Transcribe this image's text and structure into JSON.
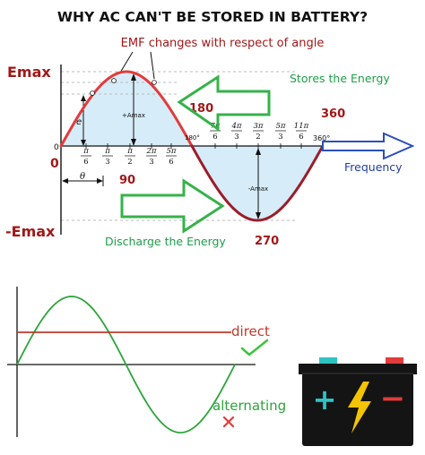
{
  "title": "WHY AC CAN'T BE STORED IN BATTERY?",
  "emf_caption": "EMF changes with respect of angle",
  "labels": {
    "emax": "Emax",
    "neg_emax": "-Emax",
    "zero_big": "0",
    "zero_small": "0",
    "plus_amax": "+Amax",
    "minus_amax": "-Amax",
    "e": "e",
    "theta": "θ",
    "deg180_small": "180°",
    "deg360_small": "360°",
    "n90": "90",
    "n180": "180",
    "n270": "270",
    "n360": "360",
    "stores": "Stores the Energy",
    "discharge": "Discharge the Energy",
    "frequency": "Frequency",
    "direct": "direct",
    "alternating": "alternating"
  },
  "fractions": [
    {
      "num": "π",
      "den": "6"
    },
    {
      "num": "π",
      "den": "3"
    },
    {
      "num": "π",
      "den": "2"
    },
    {
      "num": "2π",
      "den": "3"
    },
    {
      "num": "5π",
      "den": "6"
    },
    {
      "num": "7π",
      "den": "6"
    },
    {
      "num": "4π",
      "den": "3"
    },
    {
      "num": "3π",
      "den": "2"
    },
    {
      "num": "5π",
      "den": "3"
    },
    {
      "num": "11π",
      "den": "6"
    }
  ],
  "battery": {
    "plus": "+",
    "minus": "−"
  },
  "colors": {
    "title": "#111111",
    "green_text": "#1e9e4a",
    "red_text": "#a01818",
    "blue_text": "#1f3fa0",
    "sine_upper": "#e23b3b",
    "sine_lower": "#9b1d2a",
    "fill": "#d6ecf8",
    "arrow_green": "#36b24a",
    "arrow_blue": "#2a4fb8",
    "dc_line": "#c0392b",
    "ac_wave": "#2ca43b",
    "battery_body": "#141414",
    "battery_terminal_pos": "#2ec4c4",
    "battery_terminal_neg": "#e23b3b",
    "bolt": "#f5c400",
    "cross": "#e23b3b",
    "check": "#3cc43c"
  },
  "icons": [
    "check-icon",
    "cross-icon",
    "lightning-bolt-icon",
    "battery-icon",
    "green-arrow-icon",
    "blue-arrow-icon"
  ]
}
